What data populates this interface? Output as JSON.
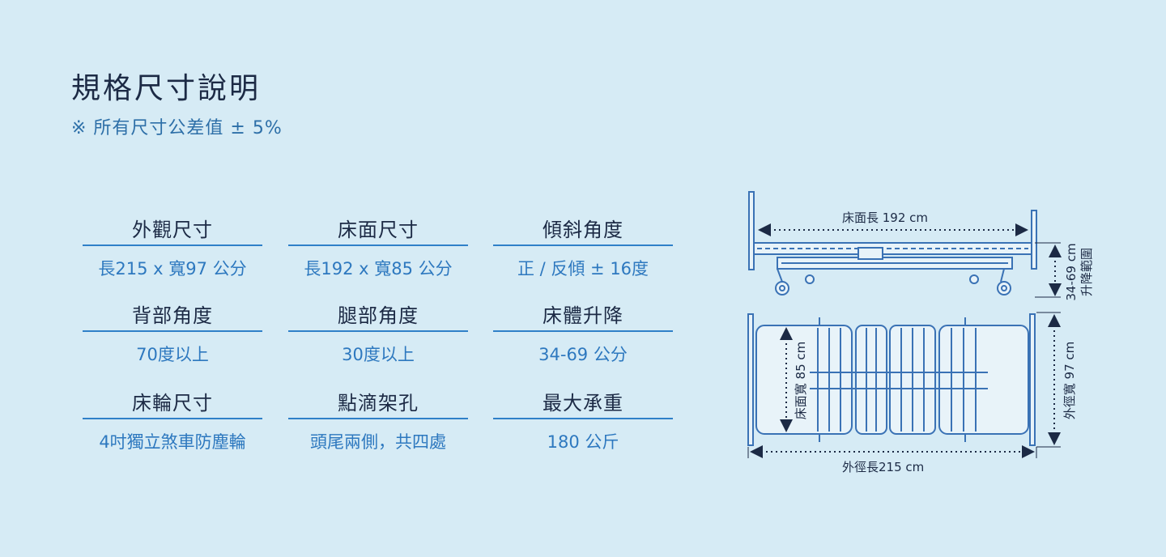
{
  "header": {
    "title": "規格尺寸說明",
    "note": "※ 所有尺寸公差值 ± 5%"
  },
  "specs": [
    {
      "label": "外觀尺寸",
      "value": "長215 x 寬97 公分"
    },
    {
      "label": "床面尺寸",
      "value": "長192 x 寬85 公分"
    },
    {
      "label": "傾斜角度",
      "value": "正 / 反傾 ± 16度"
    },
    {
      "label": "背部角度",
      "value": "70度以上"
    },
    {
      "label": "腿部角度",
      "value": "30度以上"
    },
    {
      "label": "床體升降",
      "value": "34-69 公分"
    },
    {
      "label": "床輪尺寸",
      "value": "4吋獨立煞車防塵輪"
    },
    {
      "label": "點滴架孔",
      "value": "頭尾兩側，共四處"
    },
    {
      "label": "最大承重",
      "value": "180 公斤"
    }
  ],
  "diagram": {
    "bed_length_label": "床面長 192  cm",
    "lift_label": "34-69 cm",
    "lift_label2": "升降範圍",
    "bed_width_label": "床面寬 85 cm",
    "outer_width_label": "外徑寬 97 cm",
    "outer_length_label": "外徑長215 cm"
  },
  "colors": {
    "background": "#d6ebf5",
    "accent": "#2f80c8",
    "line": "#3a72b5"
  }
}
